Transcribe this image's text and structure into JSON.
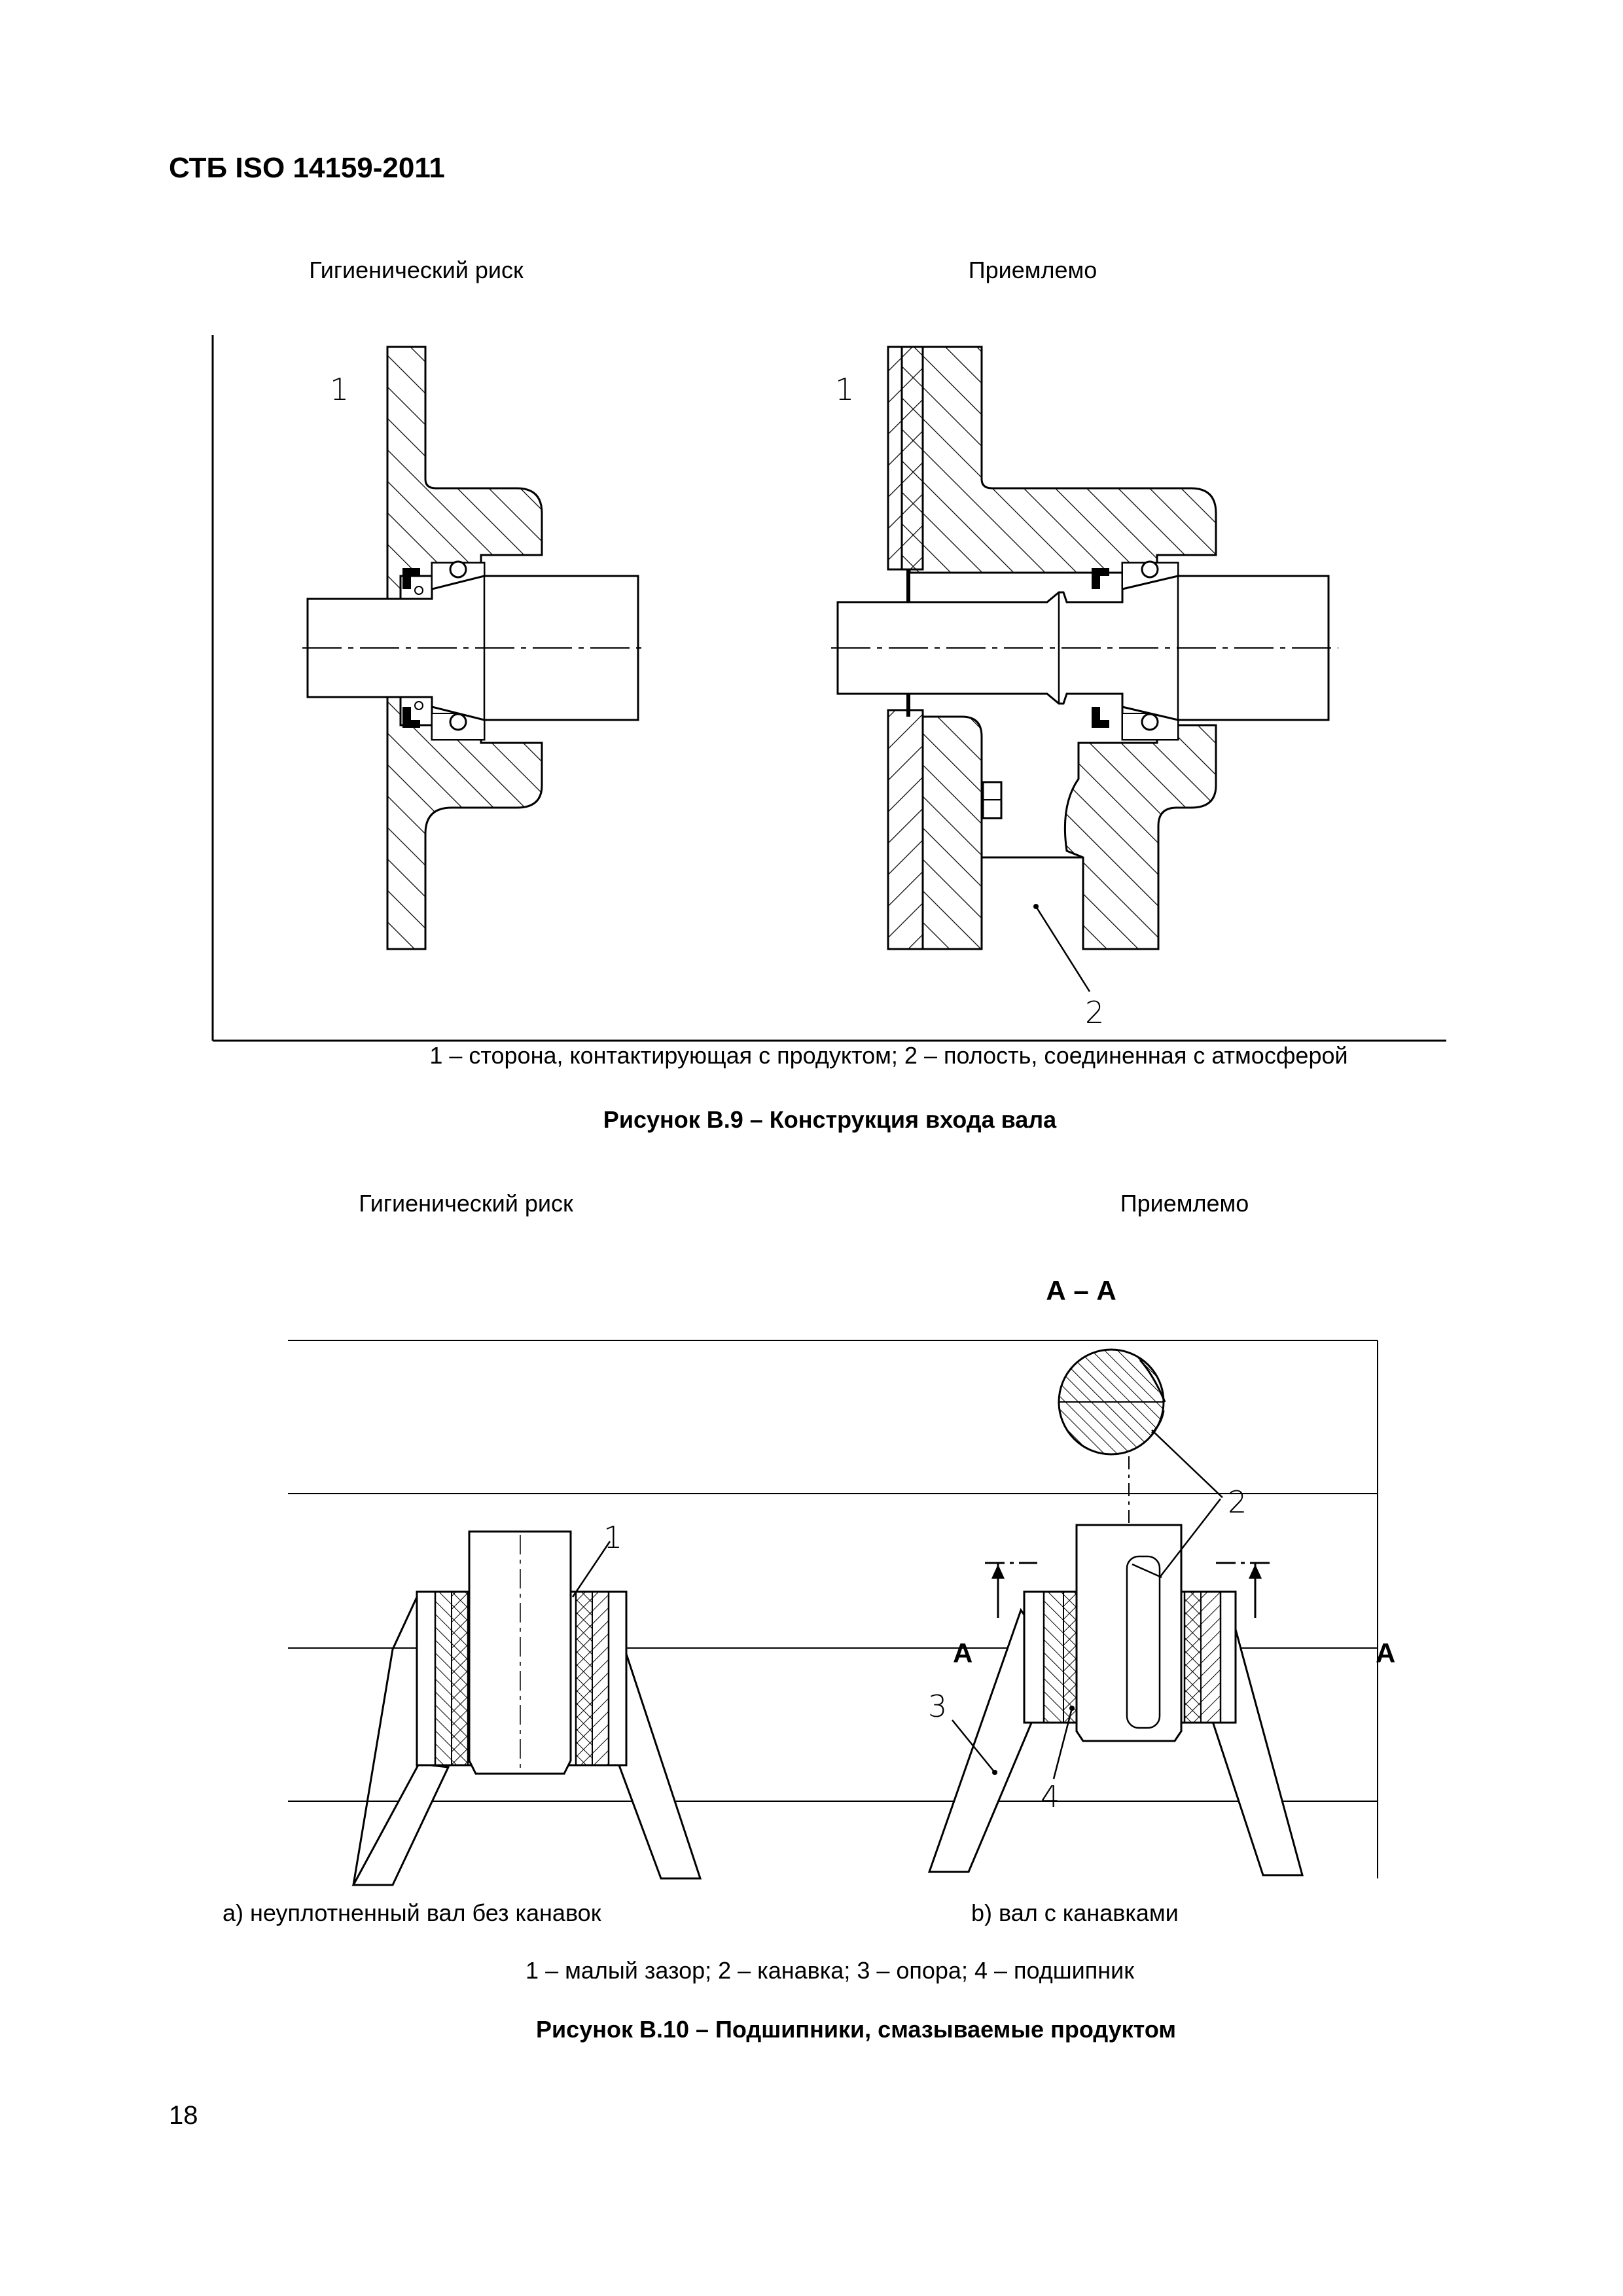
{
  "header": {
    "title": "СТБ ISO 14159-2011"
  },
  "figure9": {
    "label_left": "Гигиенический риск",
    "label_right": "Приемлемо",
    "callout_1_left": "1",
    "callout_1_right": "1",
    "callout_2": "2",
    "legend": "1 – сторона, контактирующая с продуктом; 2 – полость, соединенная с атмосферой",
    "caption": "Рисунок В.9 – Конструкция входа вала"
  },
  "figure10": {
    "label_left": "Гигиенический риск",
    "label_right": "Приемлемо",
    "section_title": "А – А",
    "section_mark_left": "А",
    "section_mark_right": "А",
    "callout_1": "1",
    "callout_2": "2",
    "callout_3": "3",
    "callout_4": "4",
    "sub_a": "a) неуплотненный вал без канавок",
    "sub_b": "b) вал с канавками",
    "legend": "1 – малый зазор; 2 – канавка; 3 – опора; 4 – подшипник",
    "caption": "Рисунок В.10 – Подшипники, смазываемые продуктом"
  },
  "footer": {
    "page_number": "18"
  }
}
